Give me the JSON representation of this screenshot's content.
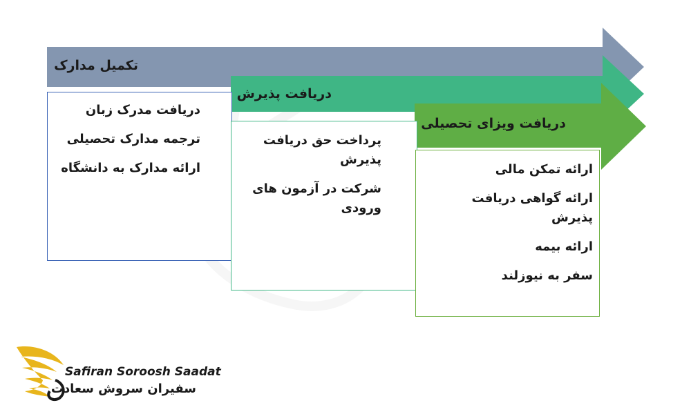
{
  "colors": {
    "step1": "#8496b0",
    "step2": "#3fb685",
    "step3": "#5fae45",
    "box1_border": "#3a62b5",
    "box2_border": "#3fb685",
    "box3_border": "#6aae3c",
    "logo_gold": "#e8b51c",
    "text": "#1a1a1a"
  },
  "steps": [
    {
      "title": "تکمیل مدارک",
      "items": [
        "دریافت مدرک زبان",
        "ترجمه مدارک تحصیلی",
        "ارائه مدارک به دانشگاه"
      ]
    },
    {
      "title": "دریافت پذیرش",
      "items": [
        "پرداخت حق دریافت پذیرش",
        "شرکت در آزمون های ورودی"
      ]
    },
    {
      "title": "دریافت ویزای تحصیلی",
      "items": [
        "ارائه تمکن مالی",
        "ارائه گواهی دریافت پذیرش",
        "ارائه بیمه",
        "سفر به نیوزلند"
      ]
    }
  ],
  "logo": {
    "name_en": "Safiran Soroosh Saadat",
    "name_fa": "سفیران سروش سعادت",
    "icon": "golden-wing-icon"
  }
}
